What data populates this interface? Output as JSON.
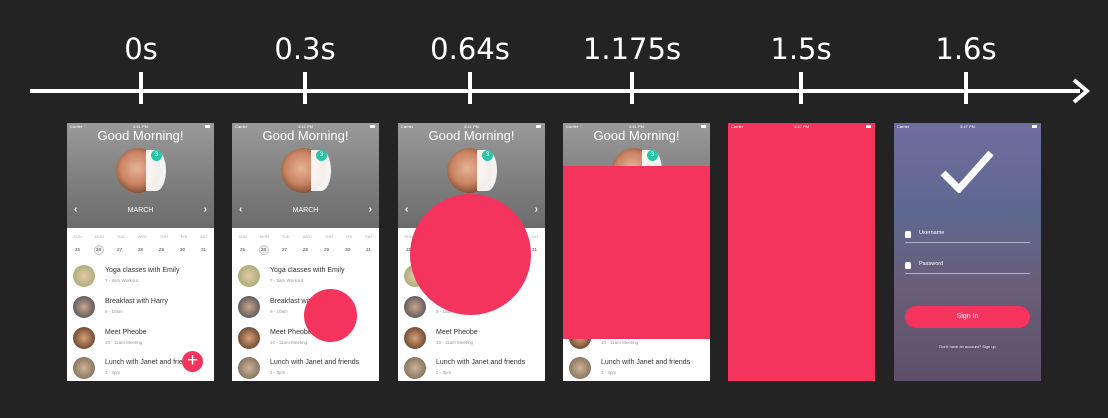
{
  "timeline": {
    "labels": [
      "0s",
      "0.3s",
      "0.64s",
      "1.175s",
      "1.5s",
      "1.6s"
    ]
  },
  "screen": {
    "carrier": "Carrier",
    "time": "3:41 PM",
    "time_late": "3:47 PM",
    "greeting": "Good Morning!",
    "badge": "3",
    "month": "MARCH",
    "weekdays": [
      "SUN",
      "MON",
      "TUE",
      "WED",
      "THU",
      "FRI",
      "SAT"
    ],
    "dates": [
      "25",
      "26",
      "27",
      "28",
      "29",
      "30",
      "31"
    ],
    "selected_date": "26",
    "items": [
      {
        "title": "Yoga classes with Emily",
        "sub": "7 - 8am Workout"
      },
      {
        "title": "Breakfast with Harry",
        "sub": "9 - 10am"
      },
      {
        "title": "Meet Pheobe",
        "sub": "10 - 11am Meeting"
      },
      {
        "title": "Lunch with Janet and friends",
        "sub": "2 - 3pm"
      }
    ],
    "fab_icon": "+"
  },
  "login": {
    "username_placeholder": "Username",
    "password_placeholder": "Password",
    "signin_label": "Sign In",
    "signup_text": "Don't have an account? Sign up"
  },
  "colors": {
    "accent": "#f5345e",
    "badge": "#29c6a6",
    "background": "#232323"
  }
}
